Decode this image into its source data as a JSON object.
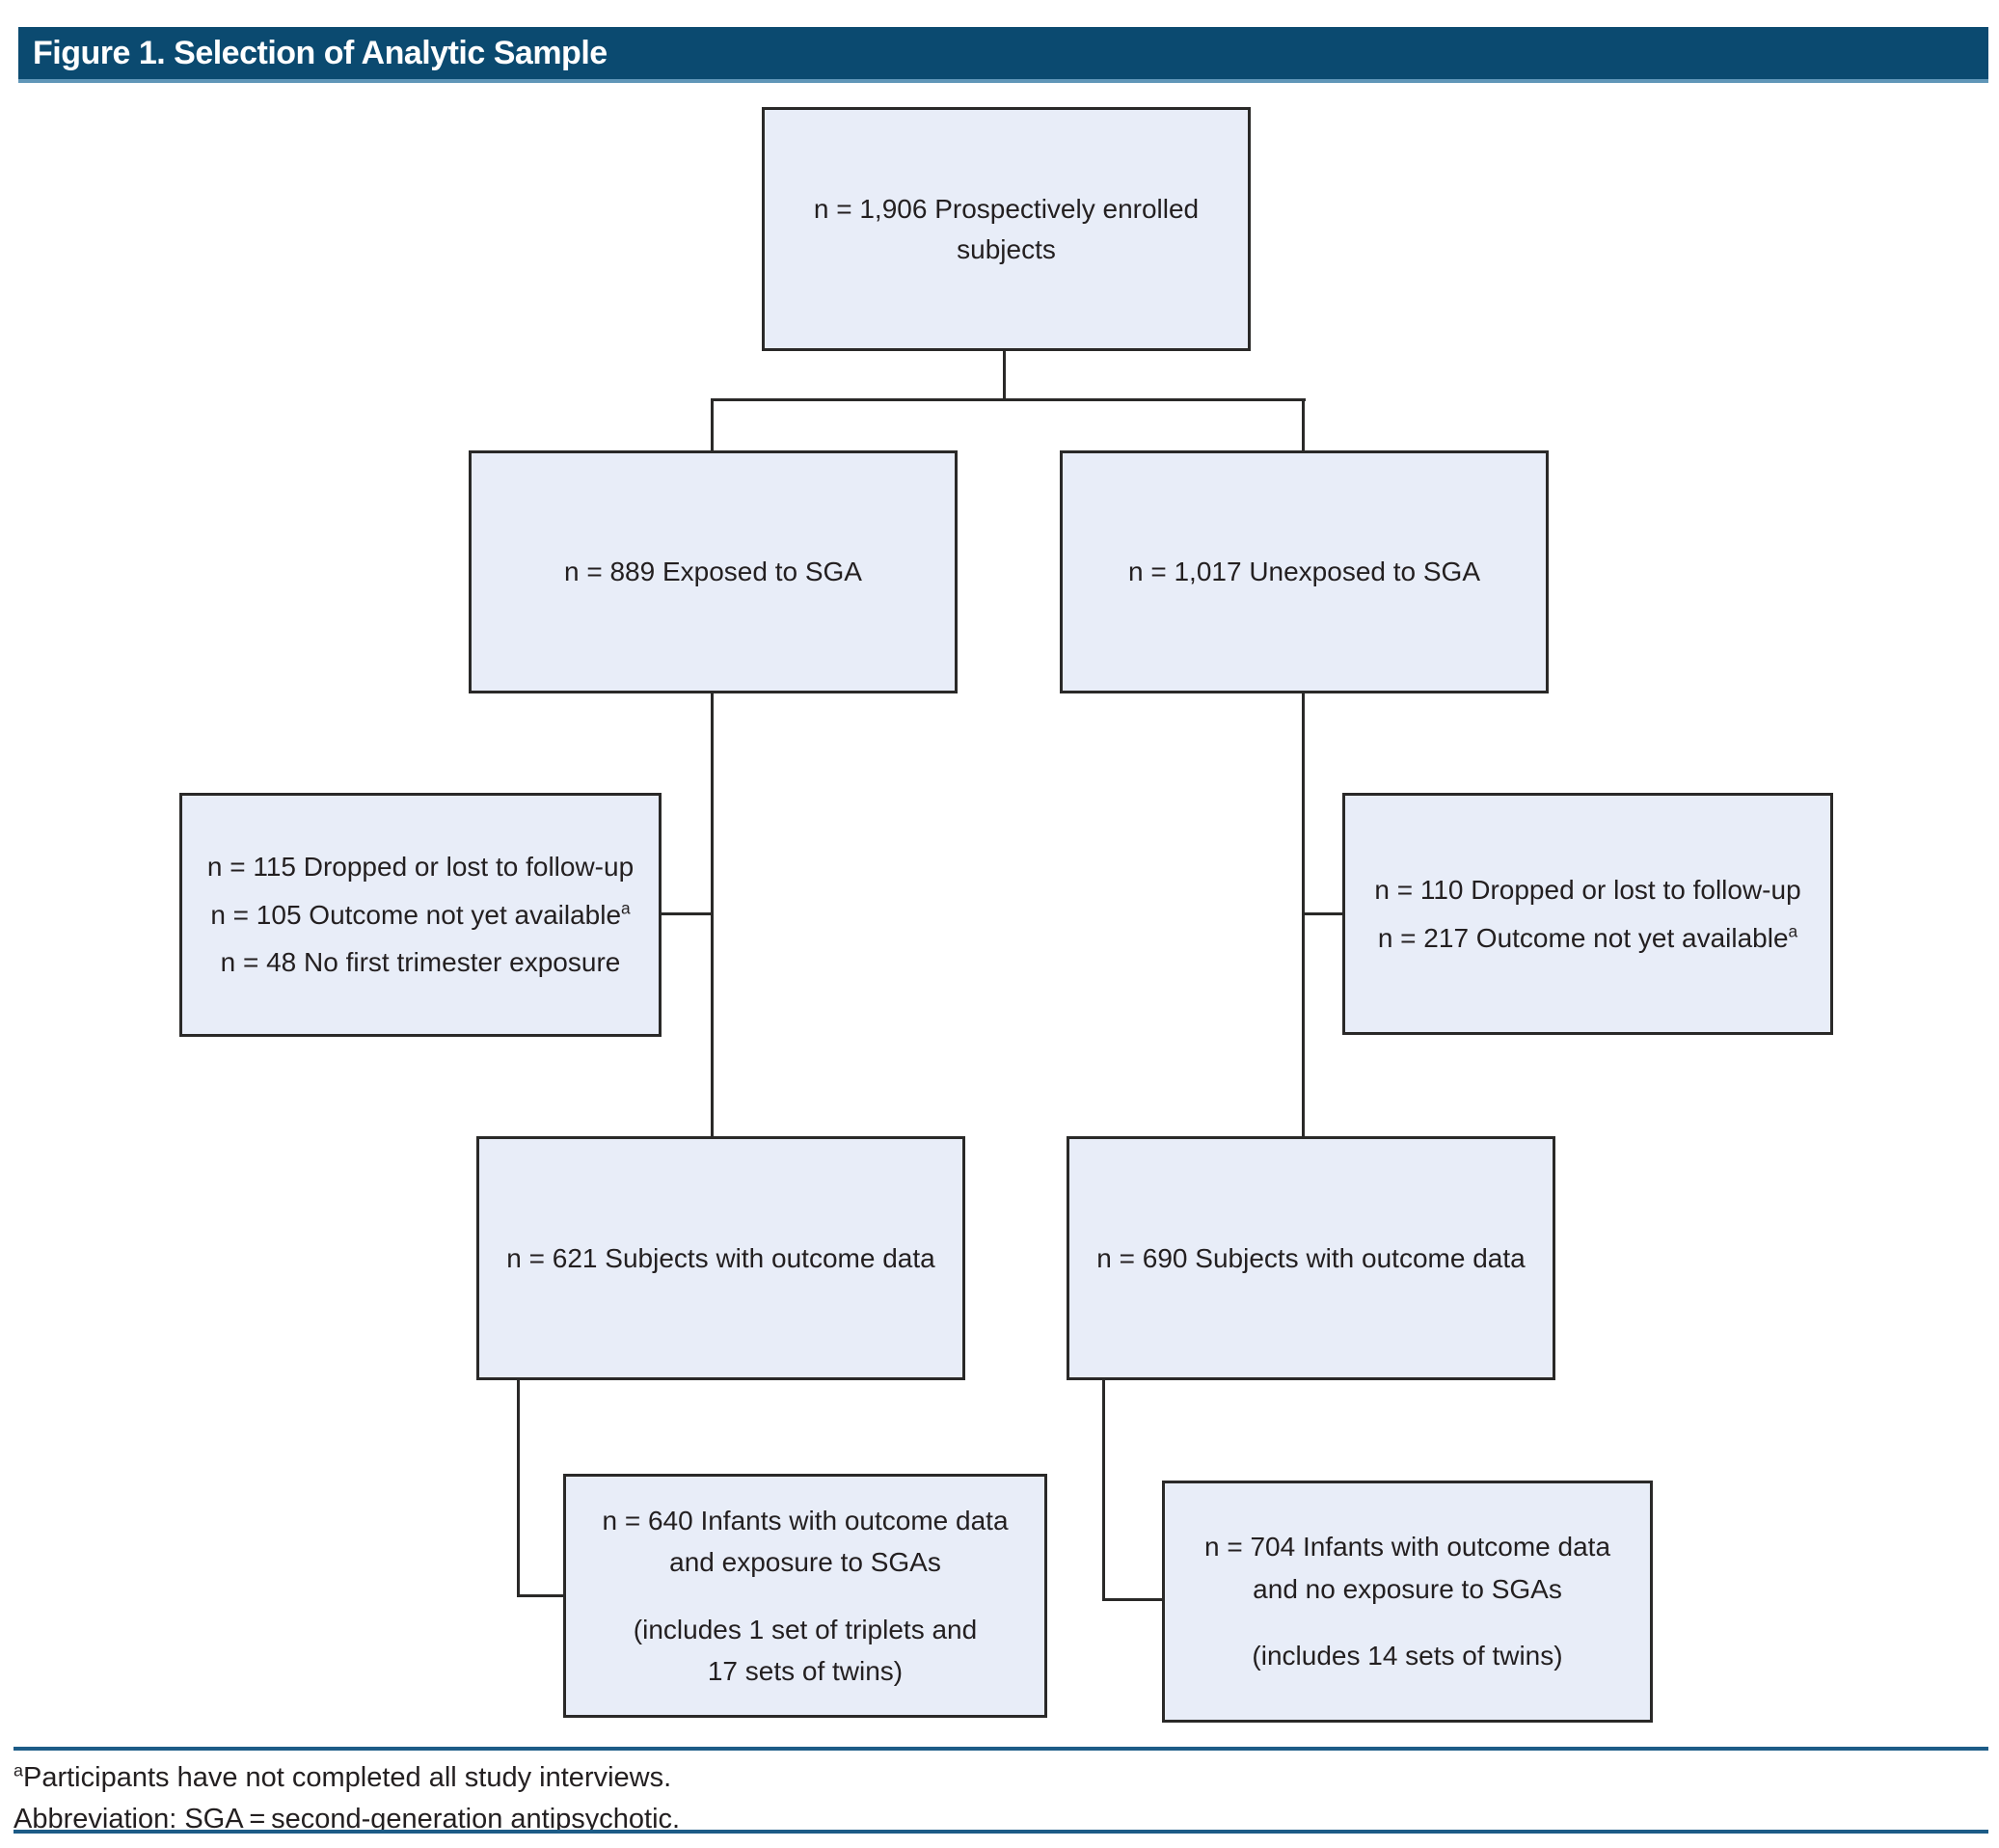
{
  "figure": {
    "title": "Figure 1. Selection of Analytic Sample"
  },
  "boxes": {
    "enrolled": {
      "line1": "n = 1,906 Prospectively enrolled",
      "line2": "subjects"
    },
    "exposed": {
      "line1": "n = 889 Exposed to SGA"
    },
    "unexposed": {
      "line1": "n = 1,017 Unexposed to SGA"
    },
    "exposed_excluded": {
      "lines": [
        {
          "text": "n = 115 Dropped or lost to follow-up",
          "sup": ""
        },
        {
          "text": "n = 105 Outcome not yet available",
          "sup": "a"
        },
        {
          "text": "n = 48 No first trimester exposure",
          "sup": ""
        }
      ]
    },
    "unexposed_excluded": {
      "lines": [
        {
          "text": "n = 110 Dropped or lost to follow-up",
          "sup": ""
        },
        {
          "text": "n = 217 Outcome not yet available",
          "sup": "a"
        }
      ]
    },
    "exposed_outcome": {
      "line1": "n = 621 Subjects with outcome data"
    },
    "unexposed_outcome": {
      "line1": "n = 690 Subjects with outcome data"
    },
    "exposed_infants": {
      "line1": "n = 640 Infants with outcome data",
      "line2": "and exposure to SGAs",
      "line3": "(includes 1 set of triplets and",
      "line4": "17 sets of twins)"
    },
    "unexposed_infants": {
      "line1": "n = 704 Infants with outcome data",
      "line2": "and no exposure to SGAs",
      "line3": "(includes 14 sets of twins)"
    }
  },
  "footnotes": {
    "marker": "a",
    "note": "Participants have not completed all study interviews.",
    "abbreviation": "Abbreviation: SGA = second-generation antipsychotic."
  },
  "colors": {
    "header_bar": "#0b4a70",
    "header_underline": "#6096b8",
    "box_fill": "#e8edf8",
    "box_border": "#2a2928",
    "connector": "#2a2928",
    "rule": "#1d5c87",
    "text": "#231f20",
    "title_text": "#ffffff"
  }
}
